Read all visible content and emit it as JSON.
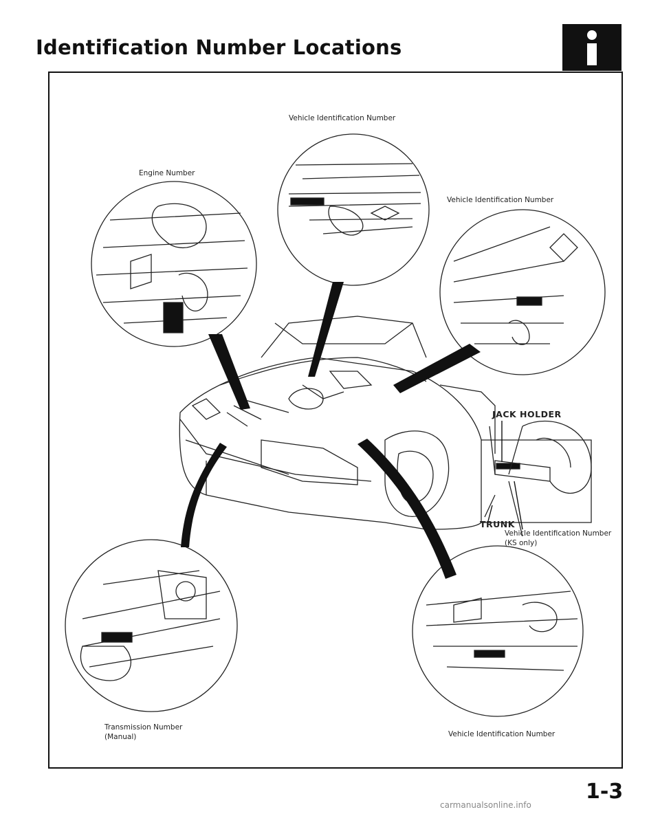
{
  "page": {
    "title": "Identification Number Locations",
    "page_number": "1-3",
    "footer": "carmanualsonline.info"
  },
  "labels": {
    "vin_top": "Vehicle Identification Number",
    "engine_number": "Engine Number",
    "vin_right": "Vehicle Identification Number",
    "jack_holder": "JACK HOLDER",
    "trunk": "TRUNK",
    "vin_trunk_line1": "Vehicle Identification Number",
    "vin_trunk_line2": "(KS only)",
    "transmission_line1": "Transmission Number",
    "transmission_line2": "(Manual)",
    "vin_bottom_right": "Vehicle Identification Number"
  },
  "icons": {
    "section_badge": "info-icon"
  }
}
